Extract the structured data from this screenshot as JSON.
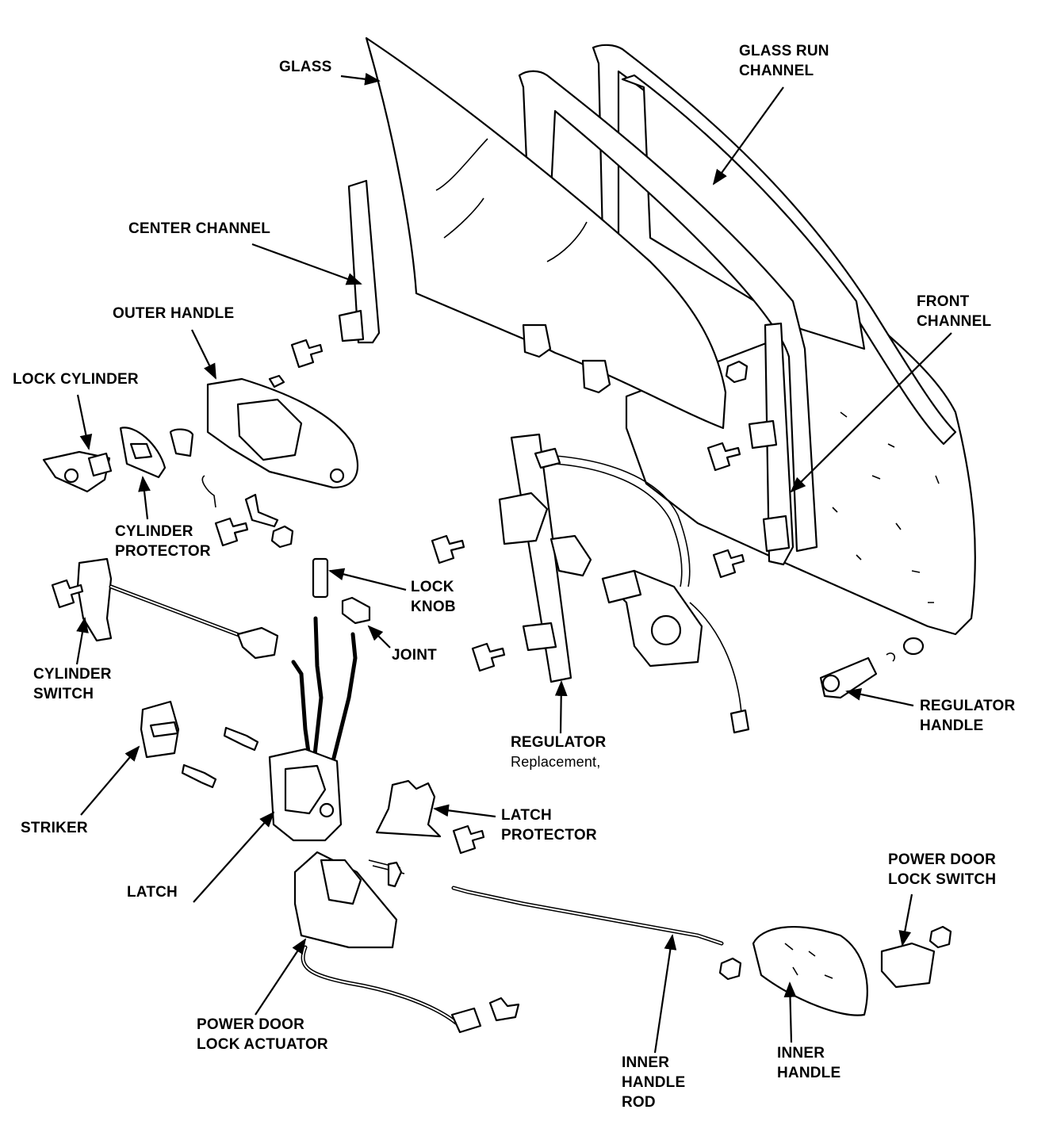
{
  "labels": {
    "glass": [
      "GLASS"
    ],
    "glass_run_channel": [
      "GLASS RUN",
      "CHANNEL"
    ],
    "center_channel": [
      "CENTER CHANNEL"
    ],
    "outer_handle": [
      "OUTER HANDLE"
    ],
    "front_channel": [
      "FRONT",
      "CHANNEL"
    ],
    "lock_cylinder": [
      "LOCK CYLINDER"
    ],
    "cylinder_protector": [
      "CYLINDER",
      "PROTECTOR"
    ],
    "lock_knob": [
      "LOCK",
      "KNOB"
    ],
    "joint": [
      "JOINT"
    ],
    "cylinder_switch": [
      "CYLINDER",
      "SWITCH"
    ],
    "regulator": [
      "REGULATOR"
    ],
    "regulator_note": "Replacement,",
    "regulator_handle": [
      "REGULATOR",
      "HANDLE"
    ],
    "striker": [
      "STRIKER"
    ],
    "latch_protector": [
      "LATCH",
      "PROTECTOR"
    ],
    "latch": [
      "LATCH"
    ],
    "power_door_lock_switch": [
      "POWER DOOR",
      "LOCK SWITCH"
    ],
    "power_door_lock_actuator": [
      "POWER DOOR",
      "LOCK ACTUATOR"
    ],
    "inner_handle_rod": [
      "INNER",
      "HANDLE",
      "ROD"
    ],
    "inner_handle": [
      "INNER",
      "HANDLE"
    ]
  }
}
